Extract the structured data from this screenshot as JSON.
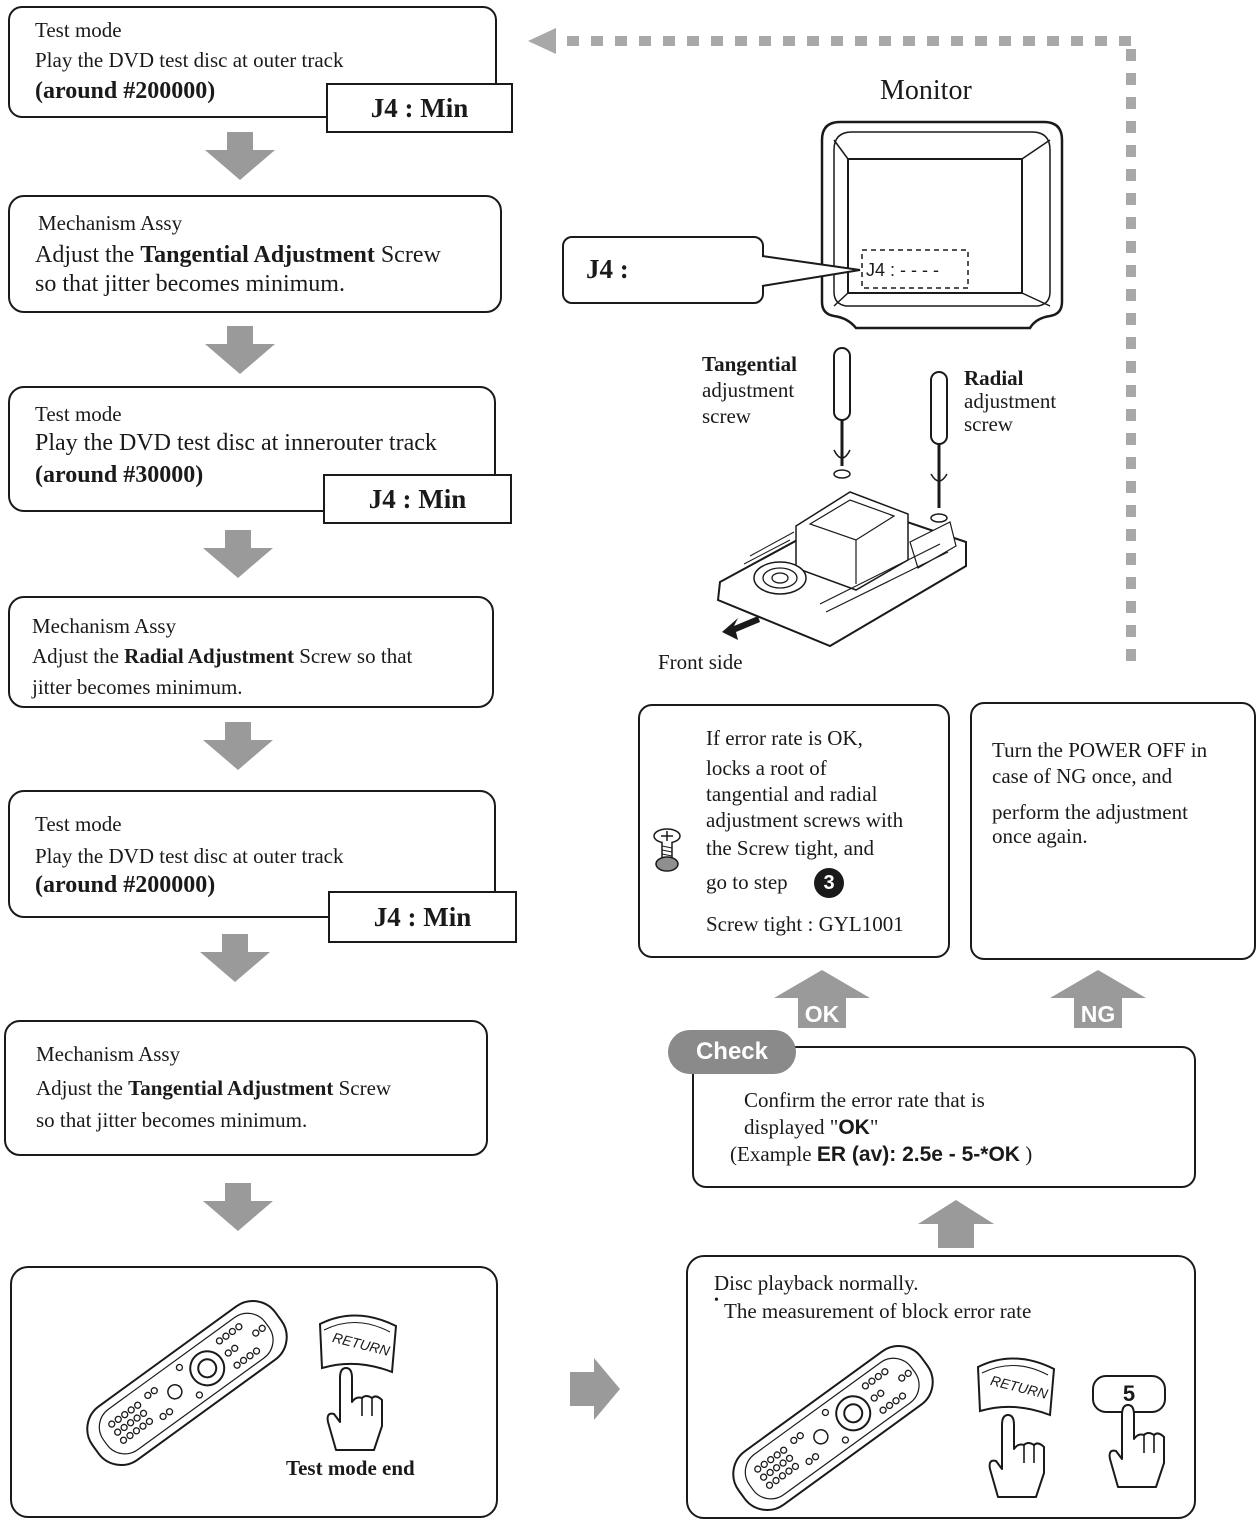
{
  "left": {
    "step1": {
      "line1": "Test mode",
      "line2": "Play the DVD test disc at outer track",
      "line3": "(around #200000)",
      "result": "J4 :  Min"
    },
    "step2": {
      "line1": "Mechanism Assy",
      "line2_pre": "Adjust the ",
      "line2_bold": "Tangential Adjustment",
      "line2_post": " Screw",
      "line3": "so that jitter becomes minimum."
    },
    "step3": {
      "line1": "Test mode",
      "line2": "Play the DVD test disc at innerouter track",
      "line3": "(around #30000)",
      "result": "J4 :  Min"
    },
    "step4": {
      "line1": "Mechanism Assy",
      "line2_pre": "Adjust the ",
      "line2_bold": "Radial Adjustment",
      "line2_post": " Screw so that",
      "line3": "jitter becomes minimum."
    },
    "step5": {
      "line1": "Test mode",
      "line2": "Play the DVD test disc at outer track",
      "line3": "(around #200000)",
      "result": "J4 :  Min"
    },
    "step6": {
      "line1": "Mechanism Assy",
      "line2_pre": "Adjust the ",
      "line2_bold": "Tangential Adjustment",
      "line2_post": " Screw",
      "line3": "so that jitter becomes minimum."
    },
    "remote_box": {
      "return_key": "RETURN",
      "caption": "Test mode end"
    }
  },
  "right": {
    "monitor_title": "Monitor",
    "callout": "J4 :",
    "screen_text": "J4 : - - - -",
    "tangential": {
      "bold": "Tangential",
      "line2": "adjustment",
      "line3": "screw"
    },
    "radial": {
      "bold": "Radial",
      "line2": "adjustment",
      "line3": "screw"
    },
    "front_side": "Front side",
    "ok_box": {
      "line1": "If error rate is OK,",
      "line2": "locks a root of",
      "line3": "tangential and radial",
      "line4": "adjustment screws with",
      "line5": "the Screw tight, and",
      "line6": "go to step",
      "step_number": "3",
      "line7": "Screw tight : GYL1001"
    },
    "ng_box": {
      "line1": "Turn the POWER OFF in",
      "line2": "case of NG once, and",
      "line3": "perform the adjustment",
      "line4": "once again."
    },
    "ok_arrow": "OK",
    "ng_arrow": "NG",
    "check": {
      "label": "Check",
      "line1": "Confirm the error rate that is",
      "line2_pre": "displayed \"",
      "line2_bold": "OK",
      "line2_post": "\"",
      "line3_pre": "(Example ",
      "line3_bold": "ER (av): 2.5e - 5-*OK",
      "line3_post": " )"
    },
    "playback": {
      "line1": "Disc playback normally.",
      "line2": "The measurement of block error rate",
      "return_key": "RETURN",
      "number_key": "5"
    }
  },
  "colors": {
    "arrow_gray": "#9a9a9a",
    "line": "#1a1a1a",
    "dotted": "#a8a8a8"
  }
}
